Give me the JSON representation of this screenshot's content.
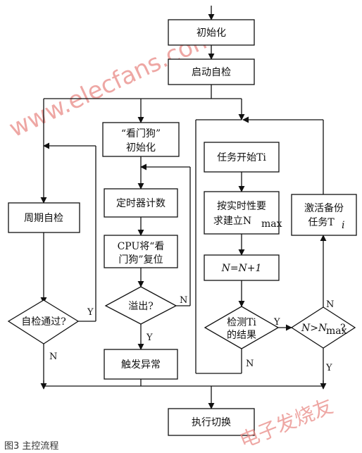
{
  "nodes": {
    "init": "初始化",
    "selfcheck": "启动自检",
    "periodic": "周期自检",
    "check_pass": "自检通过?",
    "watchdog_init_1": "“看门狗”",
    "watchdog_init_2": "初始化",
    "timer_count": "定时器计数",
    "cpu_reset_1": "CPU将“看",
    "cpu_reset_2": "门狗”复位",
    "overflow": "溢出?",
    "trigger_exception": "触发异常",
    "task_start": "任务开始Ti",
    "build_nmax_1": "按实时性要",
    "build_nmax_2": "求建立N",
    "build_nmax_sub": "max",
    "counter": "N=N+1",
    "check_result_1": "检测Ti",
    "check_result_2": "的结果",
    "n_gt_nmax": "N>N",
    "n_gt_nmax_sub": "max",
    "n_gt_nmax_q": "?",
    "activate_backup_1": "激活备份",
    "activate_backup_2": "任务T",
    "activate_backup_sub": "i",
    "execute_switch": "执行切换"
  },
  "labels": {
    "yes": "Y",
    "no": "N"
  },
  "watermarks": {
    "site": "www.elecfans.com",
    "brand": "电子发烧友"
  },
  "caption": "图3 主控流程"
}
